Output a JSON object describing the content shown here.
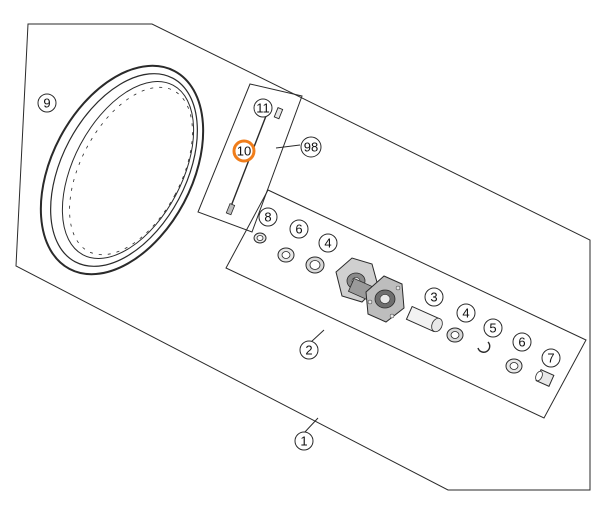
{
  "colors": {
    "line": "#2a2a2a",
    "part_light": "#e8e8e8",
    "part_mid": "#bdbdbd",
    "part_dark": "#6e6e6e",
    "highlight": "#f07d1a",
    "background": "#ffffff"
  },
  "callouts": [
    {
      "id": "1",
      "label": "1"
    },
    {
      "id": "2",
      "label": "2"
    },
    {
      "id": "3",
      "label": "3"
    },
    {
      "id": "4a",
      "label": "4"
    },
    {
      "id": "4b",
      "label": "4"
    },
    {
      "id": "5",
      "label": "5"
    },
    {
      "id": "6a",
      "label": "6"
    },
    {
      "id": "6b",
      "label": "6"
    },
    {
      "id": "7",
      "label": "7"
    },
    {
      "id": "8",
      "label": "8"
    },
    {
      "id": "9",
      "label": "9"
    },
    {
      "id": "10",
      "label": "10",
      "highlighted": true
    },
    {
      "id": "11",
      "label": "11"
    },
    {
      "id": "98",
      "label": "98"
    }
  ]
}
